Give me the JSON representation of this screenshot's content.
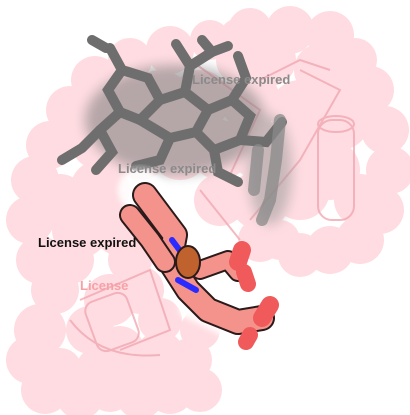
{
  "labels": {
    "top_gray": "License expired",
    "mid_gray": "License expired",
    "black": "License expired",
    "pink": "License"
  },
  "colors": {
    "surface": "#ffd6dc",
    "surface_edge": "#f5b8c2",
    "ribbon": "#f3a3ae",
    "ligand_gray": "#6e6e6e",
    "ligand_light": "#9a9a9a",
    "ligand_salmon": "#f4938c",
    "ligand_red": "#f05a5a",
    "ligand_outline": "#2a1a1a",
    "blue_bond": "#2b2bff",
    "brown": "#c0622d",
    "text_black": "#111111",
    "text_pink": "#f6a1a6",
    "text_gray": "#8a8a8a"
  }
}
